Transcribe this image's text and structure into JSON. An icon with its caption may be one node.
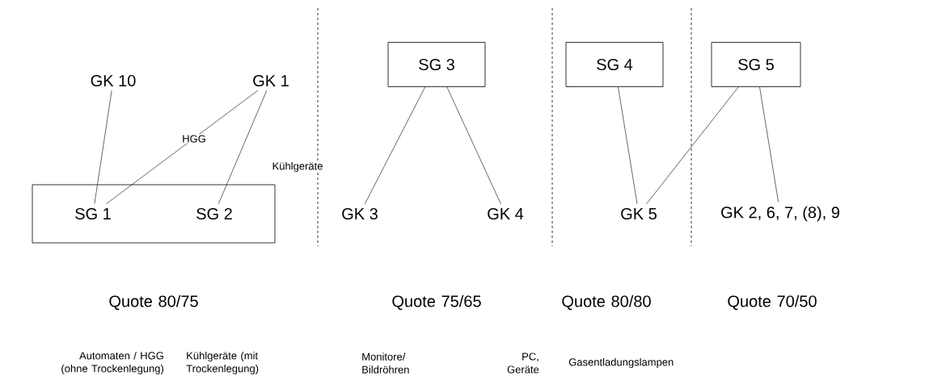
{
  "diagram": {
    "nodes": [
      {
        "text": [
          "GK 10"
        ]
      },
      {
        "text": [
          "GK 1"
        ]
      },
      {
        "text": [],
        "shape": "box"
      },
      {
        "text": [
          "SG 1"
        ],
        "in": 2
      },
      {
        "text": [
          "SG 2"
        ],
        "in": 2
      },
      {
        "text": [
          "SG 3"
        ]
      },
      {
        "text": [
          "GK 3"
        ]
      },
      {
        "text": [
          "GK 4"
        ]
      },
      {
        "text": [
          "SG 4"
        ]
      },
      {
        "text": [
          "GK 5"
        ]
      },
      {
        "text": [
          "SG 5"
        ]
      },
      {
        "text": [
          "GK 2, 6, 7, (8), 9"
        ]
      }
    ],
    "edges": [
      {
        "from": 0,
        "to": 3,
        "arrow": "none"
      },
      {
        "from": 1,
        "to": 3,
        "arrow": "none",
        "label": "HGG"
      },
      {
        "from": 1,
        "to": 4,
        "arrow": "none",
        "label": "Kühlgeräte"
      },
      {
        "from": 5,
        "to": 6,
        "arrow": "none"
      },
      {
        "from": 5,
        "to": 7,
        "arrow": "none"
      },
      {
        "from": 8,
        "to": 9,
        "arrow": "none"
      },
      {
        "from": 10,
        "to": 9,
        "arrow": "none"
      },
      {
        "from": 10,
        "to": 11,
        "arrow": "none"
      }
    ],
    "labels": [
      "Quote 80/75",
      "Quote 75/65",
      "Quote 80/80",
      "Quote 70/50",
      "Automaten / HGG (ohne Trockenlegung)",
      "Kühlgeräte (mit Trockenlegung)",
      "Monitore/ Bildröhren",
      "PC, Geräte",
      "Gasentladungslampen"
    ]
  }
}
